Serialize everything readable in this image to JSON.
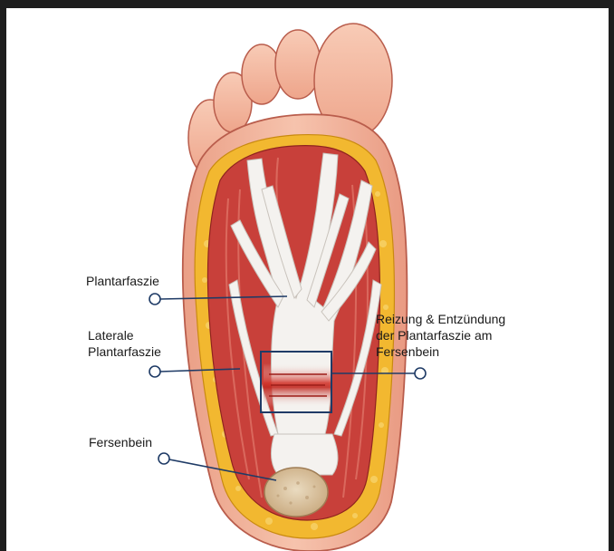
{
  "labels": {
    "plantarfaszie": "Plantarfaszie",
    "laterale": "Laterale\nPlantarfaszie",
    "fersenbein": "Fersenbein",
    "entzuendung": "Reizung & Entzündung\nder Plantarfaszie am\nFersenbein"
  },
  "colors": {
    "skin": "#f3b29a",
    "skin_dark": "#e3917a",
    "fat": "#f2b830",
    "muscle": "#c8403a",
    "fascia": "#f4f2ef",
    "bone": "#dcc4a0",
    "leader": "#1f3b66",
    "highlight_box": "#1f3b66"
  },
  "icons": [
    "callout-marker-circle"
  ]
}
